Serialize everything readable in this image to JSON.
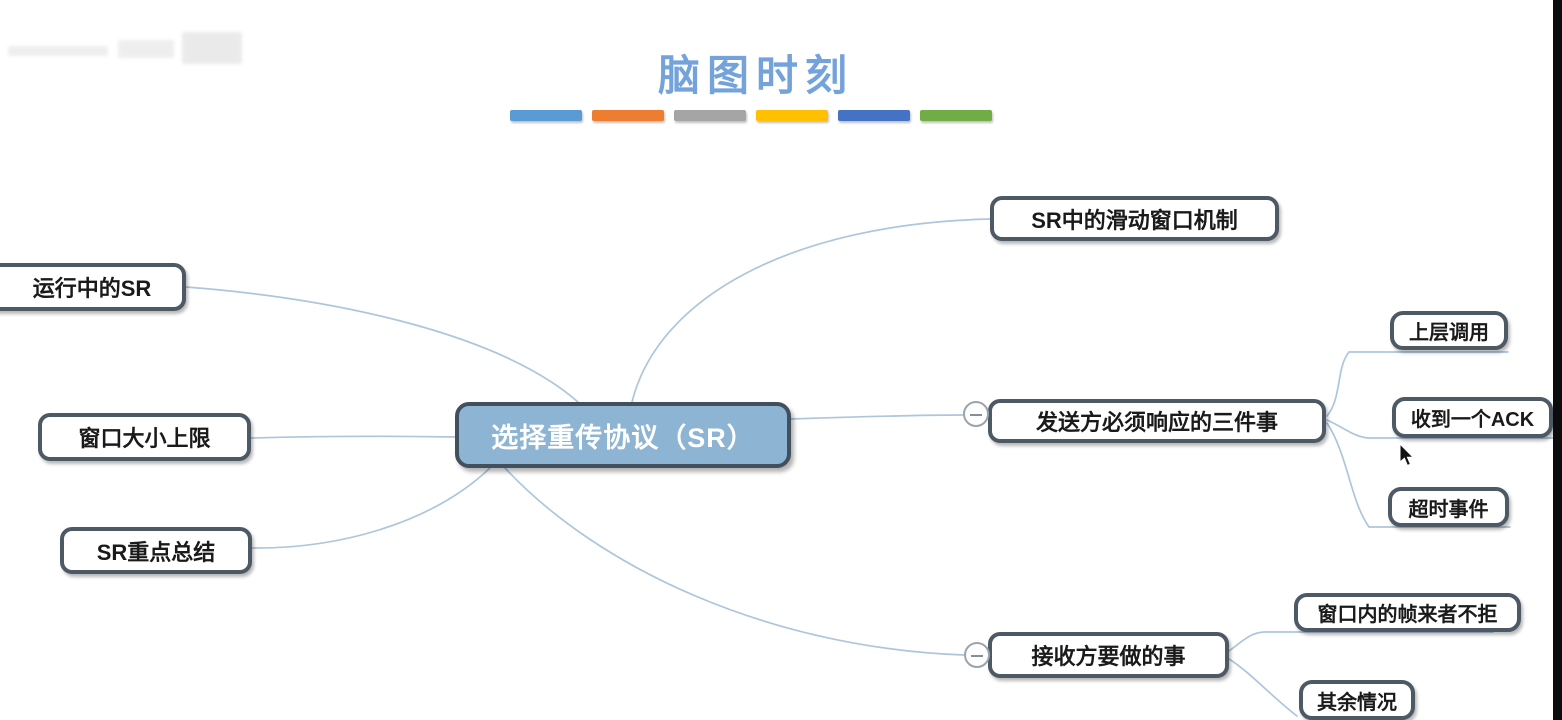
{
  "title": "脑图时刻",
  "decor_bar_colors": [
    "#5B9BD5",
    "#ED7D31",
    "#A5A5A5",
    "#FFC000",
    "#4472C4",
    "#70AD47"
  ],
  "mindmap": {
    "root": {
      "label": "选择重传协议（SR）"
    },
    "left_branches": [
      {
        "label": "运行中的SR"
      },
      {
        "label": "窗口大小上限"
      },
      {
        "label": "SR重点总结"
      }
    ],
    "right_branches": [
      {
        "label": "SR中的滑动窗口机制"
      },
      {
        "label": "发送方必须响应的三件事",
        "collapsible": true,
        "children": [
          {
            "label": "上层调用"
          },
          {
            "label": "收到一个ACK"
          },
          {
            "label": "超时事件"
          }
        ]
      },
      {
        "label": "接收方要做的事",
        "collapsible": true,
        "children": [
          {
            "label": "窗口内的帧来者不拒"
          },
          {
            "label": "其余情况"
          }
        ]
      }
    ]
  },
  "colors": {
    "connector": "#adc6dc",
    "node_border": "#4d5965",
    "central_fill": "#8db4d3",
    "title_blue": "#74a3db"
  }
}
